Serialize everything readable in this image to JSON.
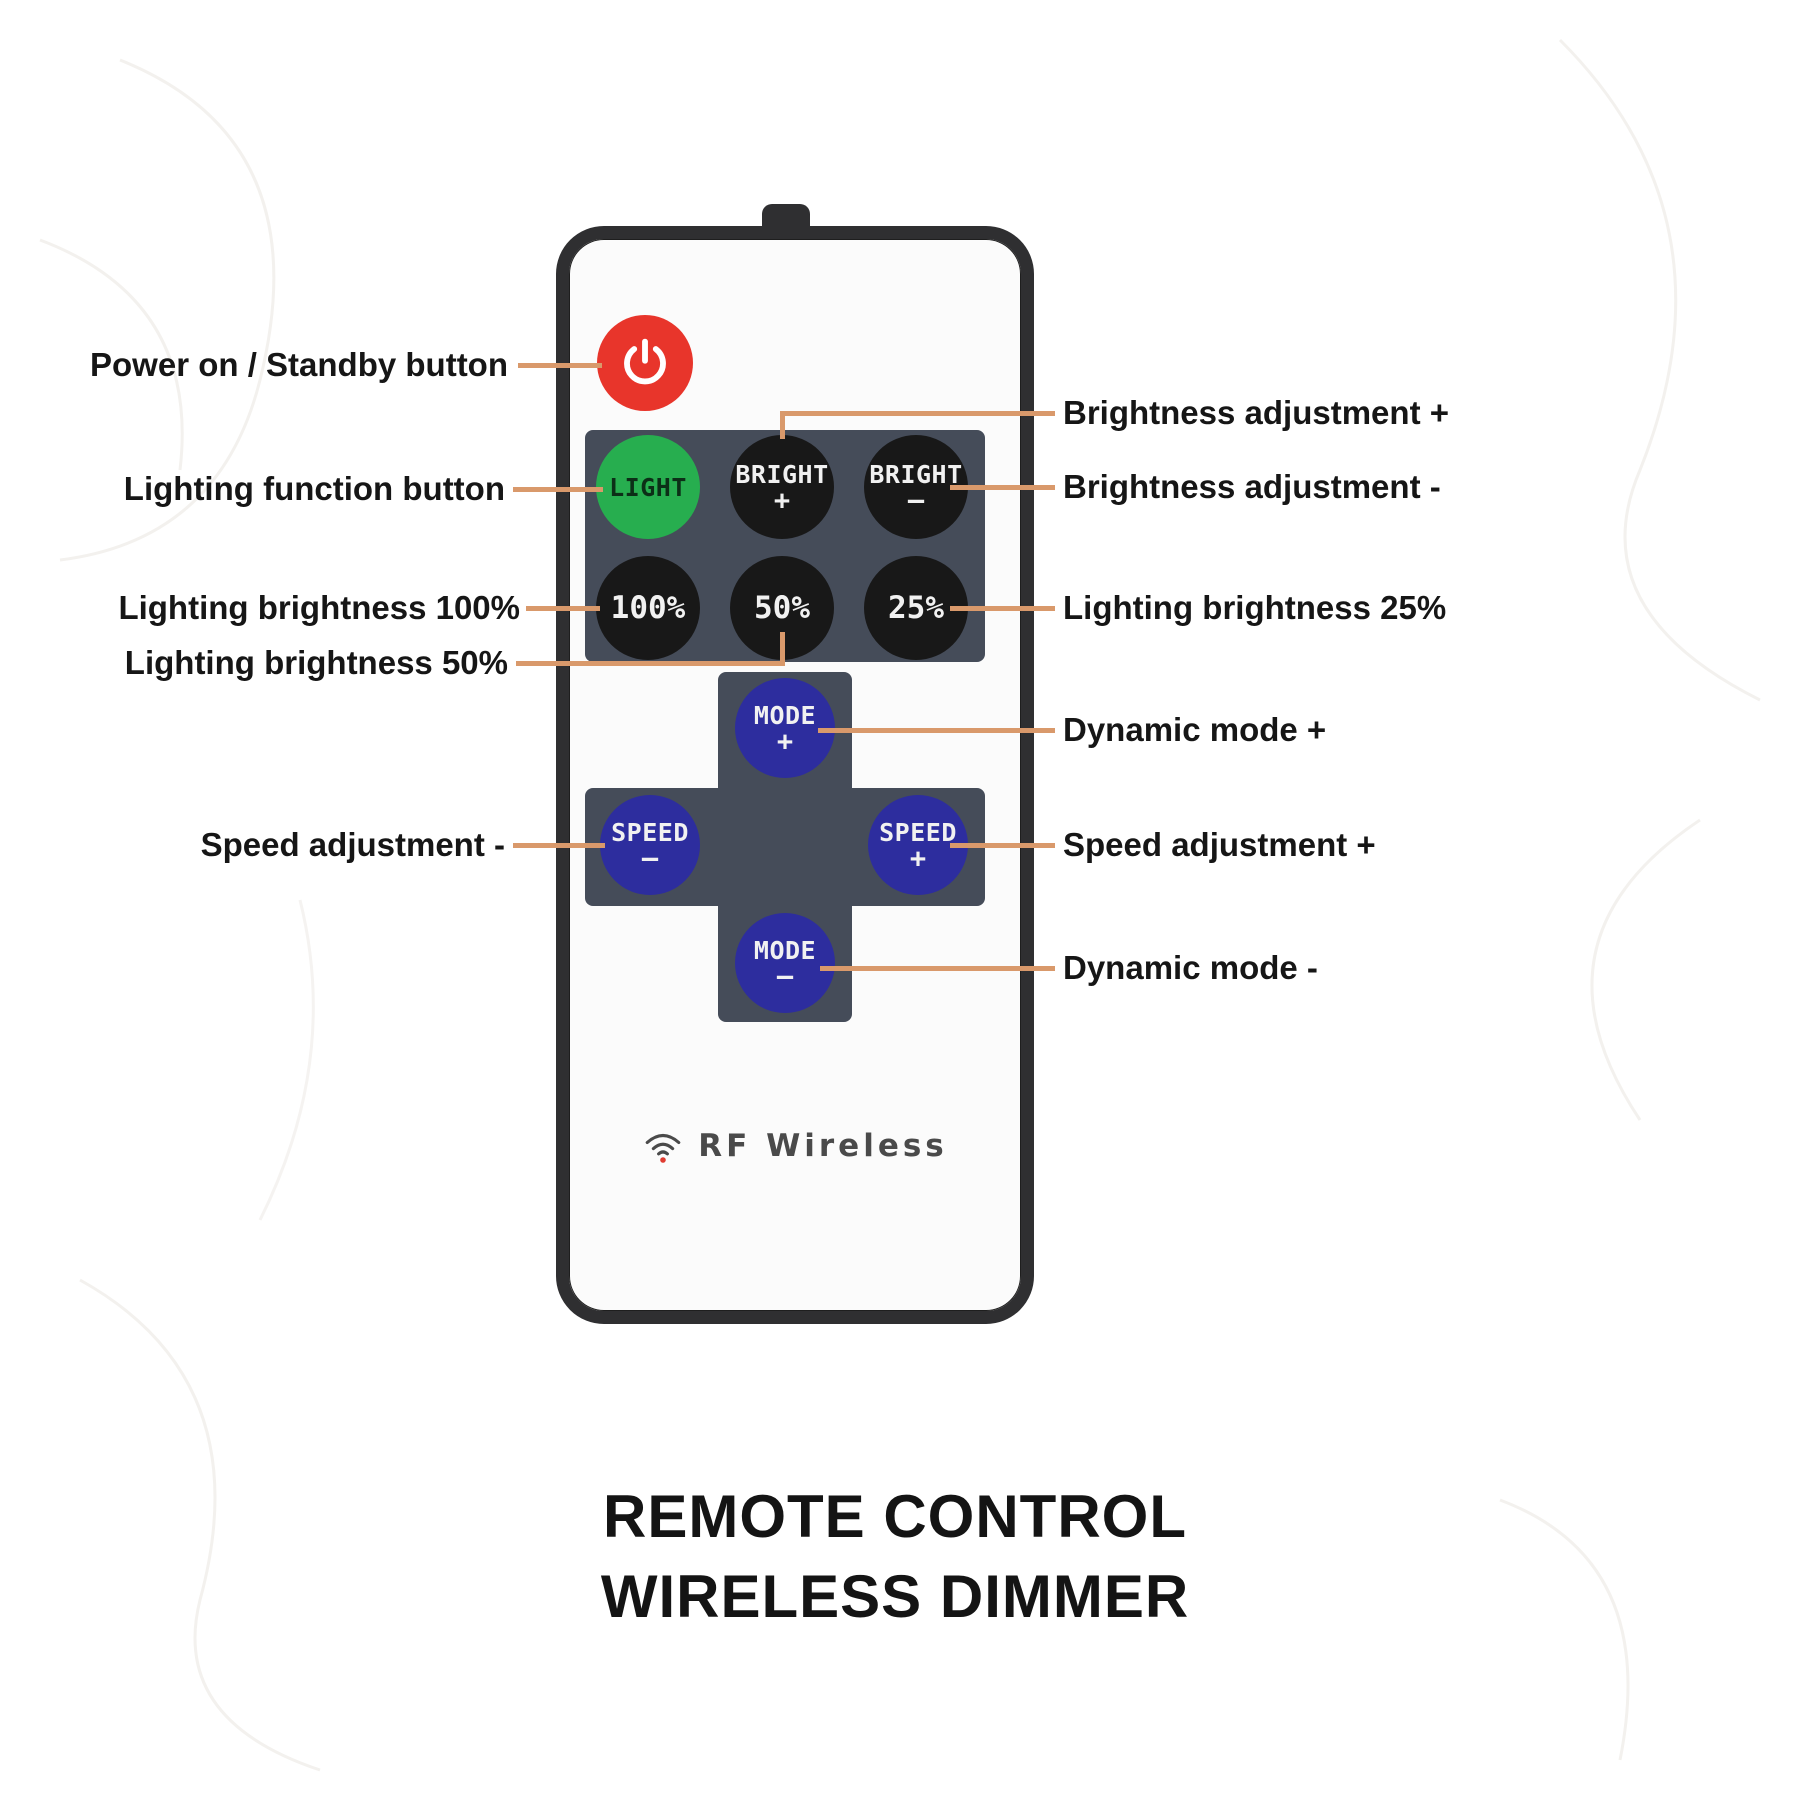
{
  "diagram": {
    "title_line1": "REMOTE CONTROL",
    "title_line2": "WIRELESS DIMMER"
  },
  "remote": {
    "brand": "RF Wireless",
    "buttons": {
      "light": "LIGHT",
      "bright_plus_top": "BRIGHT",
      "bright_plus_bottom": "+",
      "bright_minus_top": "BRIGHT",
      "bright_minus_bottom": "—",
      "brightness_100": "100%",
      "brightness_50": "50%",
      "brightness_25": "25%",
      "mode_plus_top": "MODE",
      "mode_plus_bottom": "+",
      "speed_minus_top": "SPEED",
      "speed_minus_bottom": "—",
      "speed_plus_top": "SPEED",
      "speed_plus_bottom": "+",
      "mode_minus_top": "MODE",
      "mode_minus_bottom": "—"
    }
  },
  "annotations": {
    "left": [
      {
        "text": "Power on / Standby button"
      },
      {
        "text": "Lighting function button"
      },
      {
        "text": "Lighting brightness 100%"
      },
      {
        "text": "Lighting brightness 50%"
      },
      {
        "text": "Speed adjustment -"
      }
    ],
    "right": [
      {
        "text": "Brightness adjustment +"
      },
      {
        "text": "Brightness adjustment -"
      },
      {
        "text": "Lighting brightness 25%"
      },
      {
        "text": "Dynamic mode +"
      },
      {
        "text": "Speed adjustment +"
      },
      {
        "text": "Dynamic mode -"
      }
    ]
  },
  "colors": {
    "connector": "#d9996b",
    "power_button": "#e8352b",
    "light_button": "#27ae4f",
    "panel": "#454c59",
    "dark_button": "#181818",
    "blue_button": "#2d2d9e",
    "remote_border": "#2f2f31"
  }
}
